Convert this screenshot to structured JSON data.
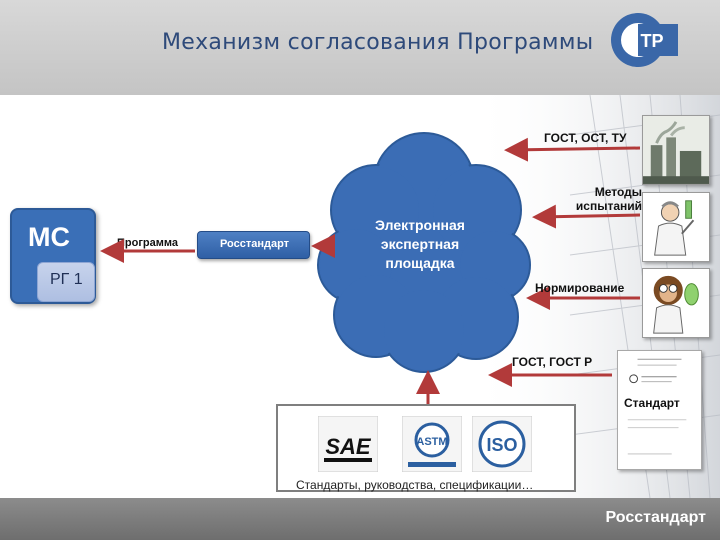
{
  "header": {
    "title": "Механизм согласования Программы"
  },
  "logo": {
    "letters": "СТР"
  },
  "footer": {
    "label": "Росстандарт"
  },
  "left": {
    "ms_label": "МС",
    "rg_label": "РГ 1",
    "program_label": "Программа"
  },
  "rosstandart_box": {
    "label": "Росстандарт"
  },
  "cloud": {
    "lines": [
      "Электронная",
      "экспертная",
      "площадка"
    ]
  },
  "right_labels": {
    "gost1": "ГОСТ, ОСТ, ТУ",
    "methods": [
      "Методы",
      "испытаний"
    ],
    "norm": "Нормирование",
    "gost2": "ГОСТ, ГОСТ Р"
  },
  "document": {
    "label": "Стандарт"
  },
  "standards": {
    "logos": [
      "SAE",
      "ASTM",
      "ISO"
    ],
    "caption": "Стандарты, руководства, спецификации…"
  },
  "icons": [
    "factory-icon",
    "scientist-icon",
    "monkey-scientist-icon",
    "document-icon"
  ],
  "colors": {
    "accent_blue": "#3a6fb7",
    "arrow_red": "#b23a3a",
    "title_blue": "#2e4a7a"
  }
}
